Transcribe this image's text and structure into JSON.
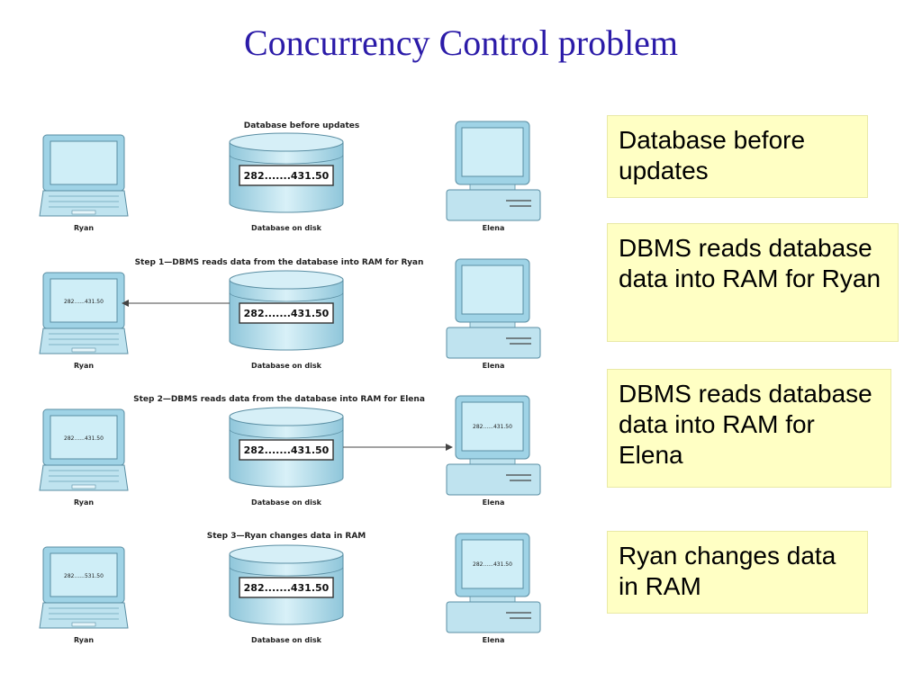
{
  "title": "Concurrency Control problem",
  "notes": [
    "Database before updates",
    "DBMS reads database data into RAM for Ryan",
    "DBMS reads database data into RAM for Elena",
    "Ryan changes data in RAM"
  ],
  "figure": {
    "row_headers": [
      "Database before updates",
      "Step 1—DBMS reads data from the database into RAM for Ryan",
      "Step 2—DBMS reads data from the database into RAM for Elena",
      "Step 3—Ryan changes data in RAM"
    ],
    "labels": {
      "ryan": "Ryan",
      "database": "Database on disk",
      "elena": "Elena"
    },
    "db_value": "282.......431.50",
    "ryan_screens": [
      "",
      "282......431.50",
      "282......431.50",
      "282......531.50"
    ],
    "elena_screens": [
      "",
      "",
      "282......431.50",
      "282......431.50"
    ]
  },
  "colors": {
    "title": "#2b1ba8",
    "note_background": "#ffffc4",
    "device_blue": "#9fd3e6",
    "screen_blue": "#cfeef7"
  }
}
